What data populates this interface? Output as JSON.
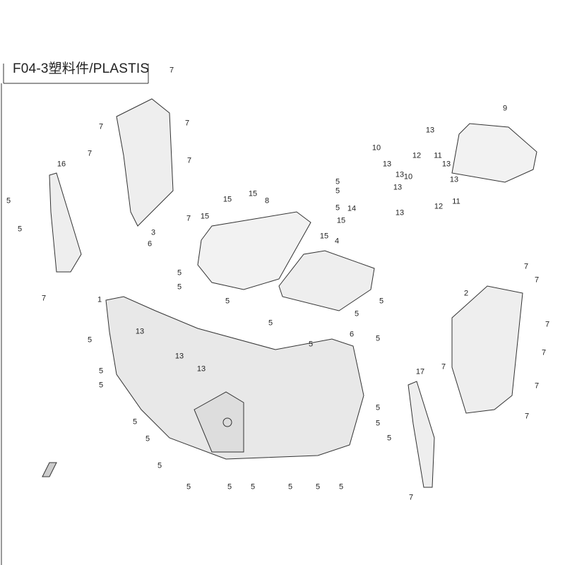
{
  "title": "F04-3塑料件/PLASTIS",
  "callouts": [
    "7",
    "7",
    "7",
    "7",
    "7",
    "7",
    "3",
    "16",
    "5",
    "5",
    "7",
    "6",
    "1",
    "5",
    "5",
    "5",
    "5",
    "5",
    "13",
    "13",
    "13",
    "5",
    "5",
    "5",
    "5",
    "5",
    "5",
    "5",
    "5",
    "5",
    "5",
    "5",
    "6",
    "5",
    "5",
    "5",
    "15",
    "15",
    "15",
    "8",
    "5",
    "5",
    "5",
    "14",
    "15",
    "15",
    "4",
    "5",
    "5",
    "9",
    "10",
    "13",
    "12",
    "11",
    "13",
    "13",
    "13",
    "10",
    "13",
    "13",
    "13",
    "12",
    "11",
    "7",
    "7",
    "2",
    "7",
    "7",
    "7",
    "7",
    "7",
    "17",
    "5",
    "5",
    "7"
  ]
}
